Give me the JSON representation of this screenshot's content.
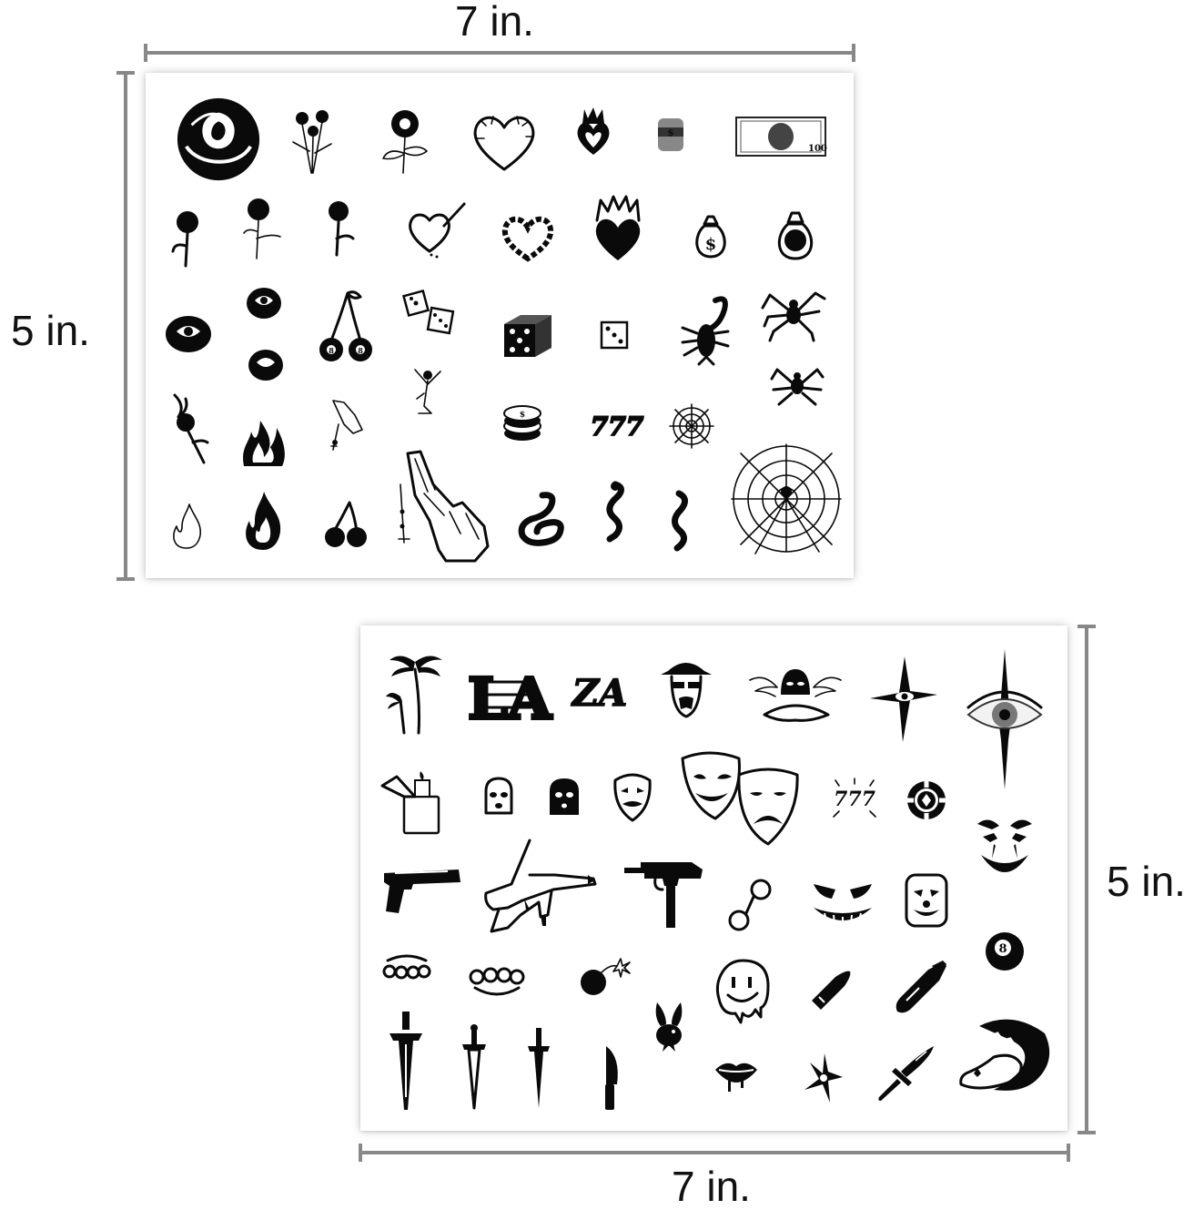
{
  "dimensions": {
    "sheet1": {
      "width_label": "7 in.",
      "height_label": "5 in."
    },
    "sheet2": {
      "width_label": "7 in.",
      "height_label": "5 in."
    }
  },
  "sheet1_tattoos": [
    "rose-large",
    "rose-bouquet",
    "rose-stem",
    "barbed-wire-heart",
    "flaming-heart",
    "money-roll",
    "dollar-bill",
    "rose-small",
    "rose-sketch",
    "rose-stem-2",
    "heart-dagger",
    "chain-heart",
    "burning-heart",
    "money-bag",
    "money-bag-2",
    "rose-head",
    "rose-head-2",
    "rose-head-3",
    "eight-ball-cherries",
    "dice-pair-small",
    "dice-pair",
    "die",
    "scorpion",
    "spider",
    "spider-2",
    "flaming-rose",
    "flames",
    "praying-hands-rosary",
    "angel",
    "coin-stack",
    "lucky-777",
    "spider-web",
    "flame-outline",
    "flame-solid",
    "cherries",
    "praying-hands-large",
    "snake-coiled",
    "snake",
    "snake-2",
    "spider-web-large"
  ],
  "sheet2_tattoos": [
    "palm-trees",
    "la-logo",
    "za-script",
    "gangster-face",
    "masked-angel",
    "four-point-star-eye",
    "eye-star",
    "lighter",
    "ski-mask-outline",
    "ski-mask-solid",
    "guy-fawkes-mask",
    "theater-masks",
    "lucky-777-sparkle",
    "poker-chip",
    "joker-face",
    "pistol",
    "finger-gun-hand",
    "uzi",
    "handcuffs",
    "demon-smile",
    "clown-face",
    "eight-ball",
    "brass-knuckles",
    "brass-knuckles-2",
    "bomb",
    "melting-smiley",
    "bullet",
    "aerial-bomb",
    "dagger-ornate",
    "dagger",
    "dagger-slim",
    "knife",
    "bunny-head",
    "dripping-lips",
    "shuriken",
    "combat-knife",
    "mouth-tongue"
  ],
  "labels": {
    "dollar_value": "100",
    "money_sign": "$",
    "lucky_number": "777",
    "la_text": "LA",
    "za_text": "ZA",
    "eight_ball_number": "8"
  }
}
